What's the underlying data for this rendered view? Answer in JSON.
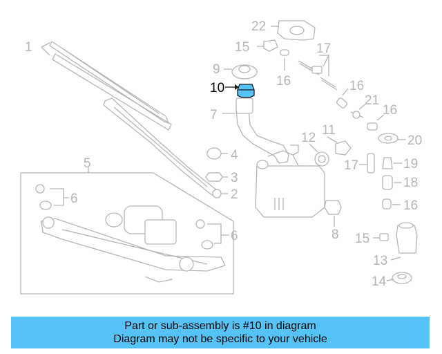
{
  "diagram": {
    "callouts": {
      "c1": "1",
      "c2": "2",
      "c3": "3",
      "c4": "4",
      "c5": "5",
      "c6a": "6",
      "c6b": "6",
      "c7": "7",
      "c8": "8",
      "c9": "9",
      "c10": "10",
      "c11": "11",
      "c12": "12",
      "c13": "13",
      "c14": "14",
      "c15a": "15",
      "c15b": "15",
      "c16a": "16",
      "c16b": "16",
      "c16c": "16",
      "c16d": "16",
      "c17a": "17",
      "c17b": "17",
      "c18": "18",
      "c19": "19",
      "c20": "20",
      "c21": "21",
      "c22": "22"
    },
    "highlight_part": "10",
    "highlight_color": "#55c3f5"
  },
  "banner": {
    "line1": "Part or sub-assembly is #10 in diagram",
    "line2": "Diagram may not be specific to your vehicle",
    "background": "#55c3f5"
  }
}
